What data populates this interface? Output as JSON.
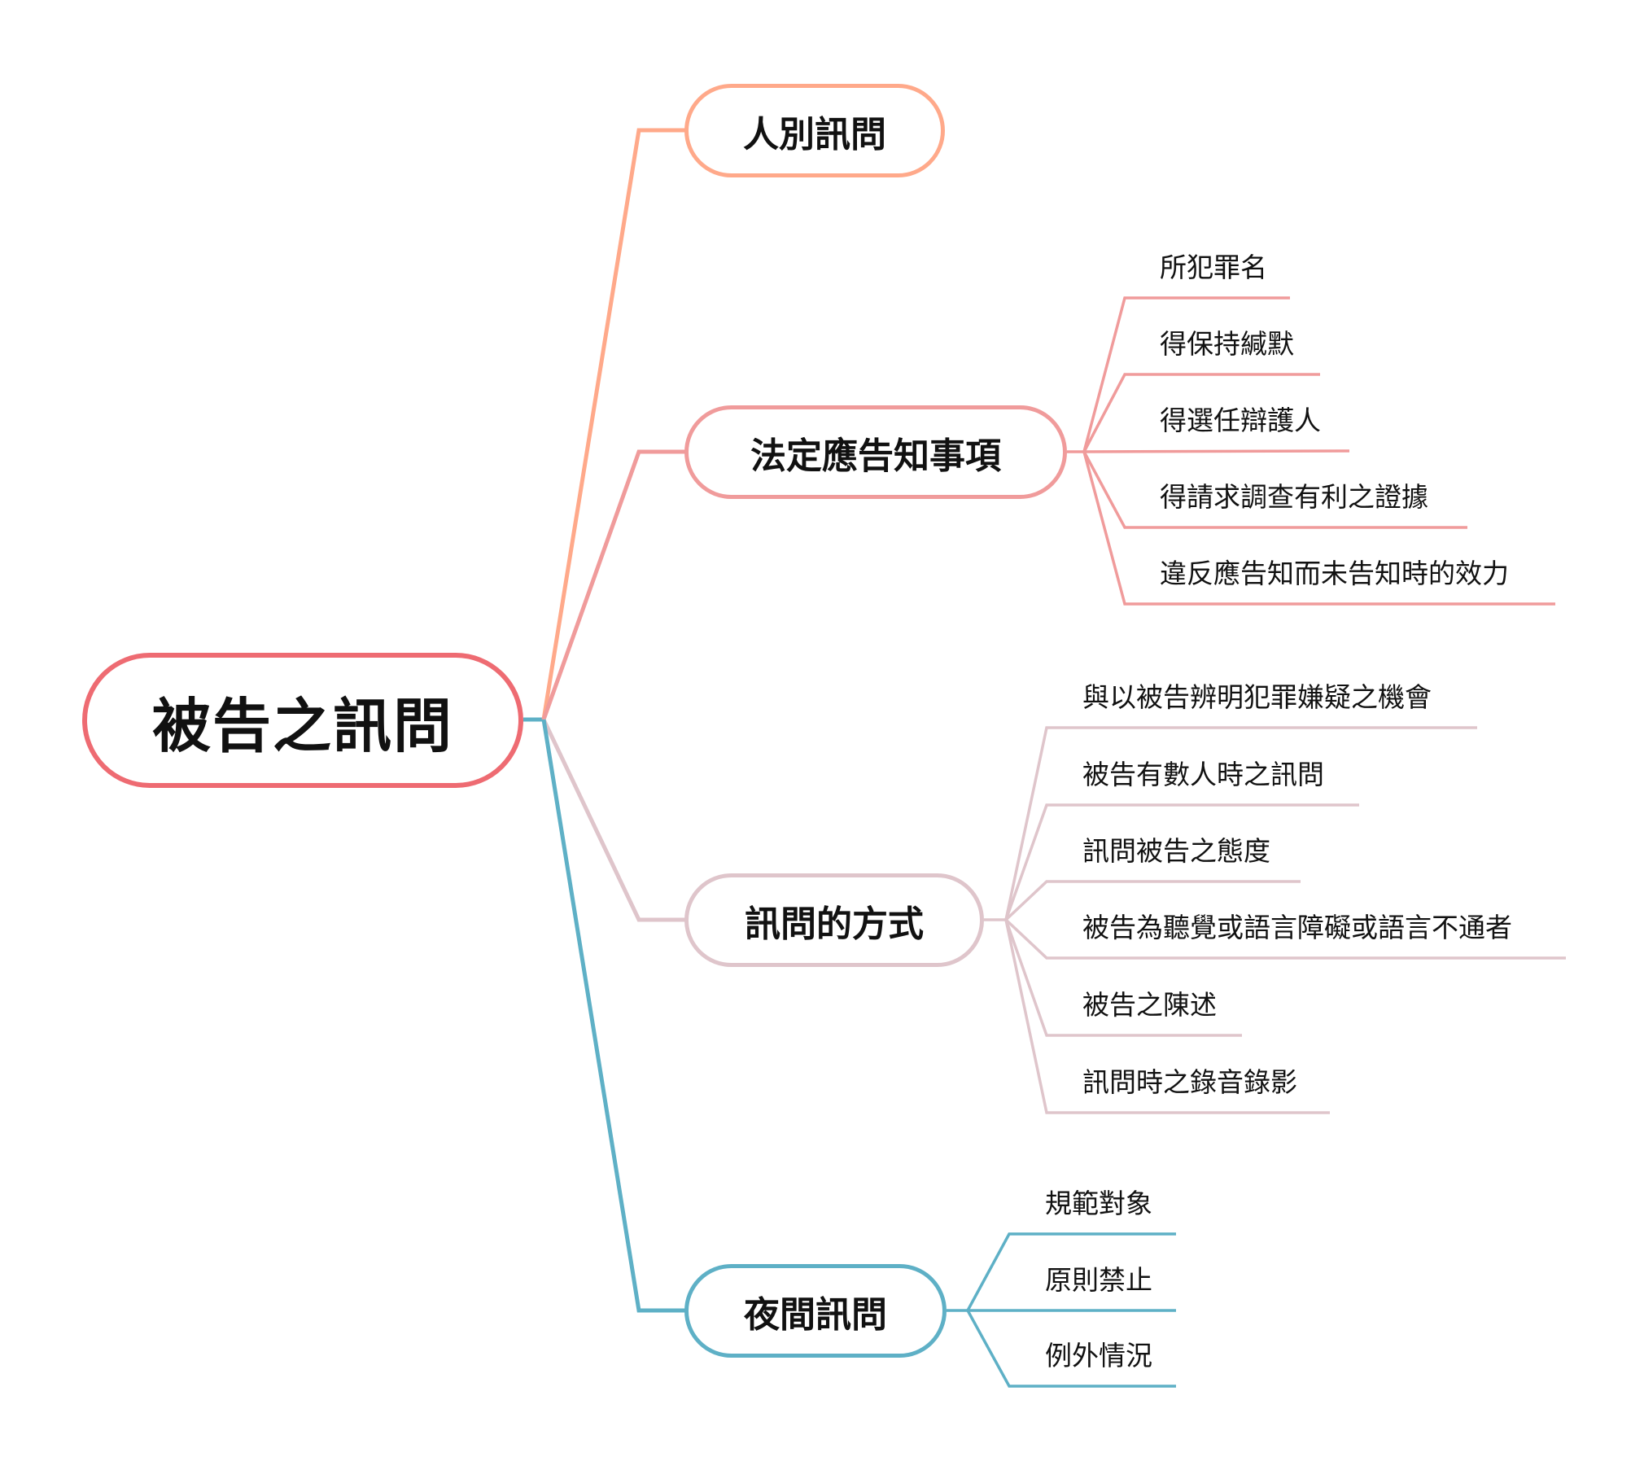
{
  "root": {
    "label": "被告之訊問",
    "color": "#ee6b72"
  },
  "topics": [
    {
      "label": "人別訊問",
      "color": "#ffa98a",
      "children": []
    },
    {
      "label": "法定應告知事項",
      "color": "#f09b9b",
      "children": [
        "所犯罪名",
        "得保持緘默",
        "得選任辯護人",
        "得請求調查有利之證據",
        "違反應告知而未告知時的效力"
      ]
    },
    {
      "label": "訊問的方式",
      "color": "#dfc5cb",
      "children": [
        "與以被告辨明犯罪嫌疑之機會",
        "被告有數人時之訊問",
        "訊問被告之態度",
        "被告為聽覺或語言障礙或語言不通者",
        "被告之陳述",
        "訊問時之錄音錄影"
      ]
    },
    {
      "label": "夜間訊問",
      "color": "#5eb0c6",
      "children": [
        "規範對象",
        "原則禁止",
        "例外情況"
      ]
    }
  ]
}
